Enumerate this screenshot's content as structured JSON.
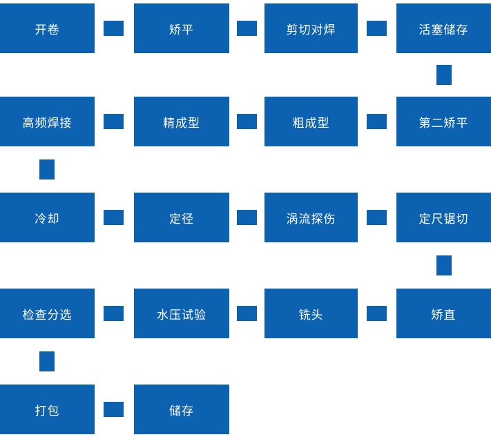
{
  "colors": {
    "primary_blue": "#0c62b0",
    "text": "#ffffff",
    "background": "#ffffff"
  },
  "flow": {
    "description": "production-process-flowchart",
    "steps": [
      {
        "label": "开卷"
      },
      {
        "label": "矫平"
      },
      {
        "label": "剪切对焊"
      },
      {
        "label": "活塞储存"
      },
      {
        "label": "高频焊接"
      },
      {
        "label": "精成型"
      },
      {
        "label": "粗成型"
      },
      {
        "label": "第二矫平"
      },
      {
        "label": "冷却"
      },
      {
        "label": "定径"
      },
      {
        "label": "涡流探伤"
      },
      {
        "label": "定尺锯切"
      },
      {
        "label": "检查分选"
      },
      {
        "label": "水压试验"
      },
      {
        "label": "铣头"
      },
      {
        "label": "矫直"
      },
      {
        "label": "打包"
      },
      {
        "label": "储存"
      }
    ]
  }
}
